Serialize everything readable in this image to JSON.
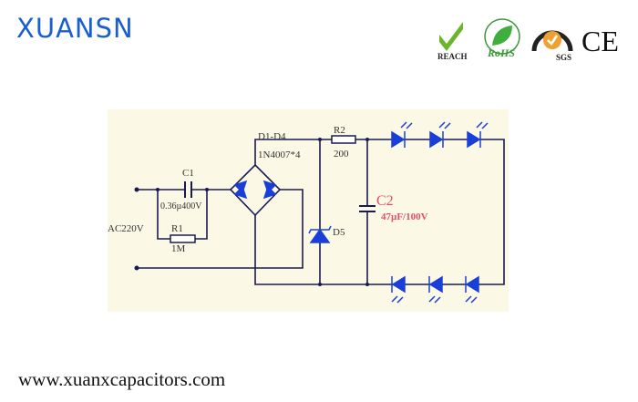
{
  "header": {
    "brand": "XUANSN"
  },
  "certifications": {
    "reach": "REACH",
    "rohs": "RoHS",
    "sgs": "SGS",
    "ce": "CE"
  },
  "circuit": {
    "source": "AC220V",
    "c1": {
      "name": "C1",
      "value": "0.36µ400V"
    },
    "r1": {
      "name": "R1",
      "value": "1M"
    },
    "bridge": {
      "name": "D1-D4",
      "value": "1N4007*4"
    },
    "r2": {
      "name": "R2",
      "value": "200"
    },
    "c2": {
      "name": "C2",
      "value": "47µF/100V"
    },
    "d5": {
      "name": "D5"
    }
  },
  "footer": {
    "url": "www.xuanxcapacitors.com"
  },
  "colors": {
    "brand": "#1a5fd0",
    "diode": "#1a3fd8",
    "wire": "#1a1a50",
    "c2_label": "#e0506a",
    "background": "#fbf8e6"
  }
}
